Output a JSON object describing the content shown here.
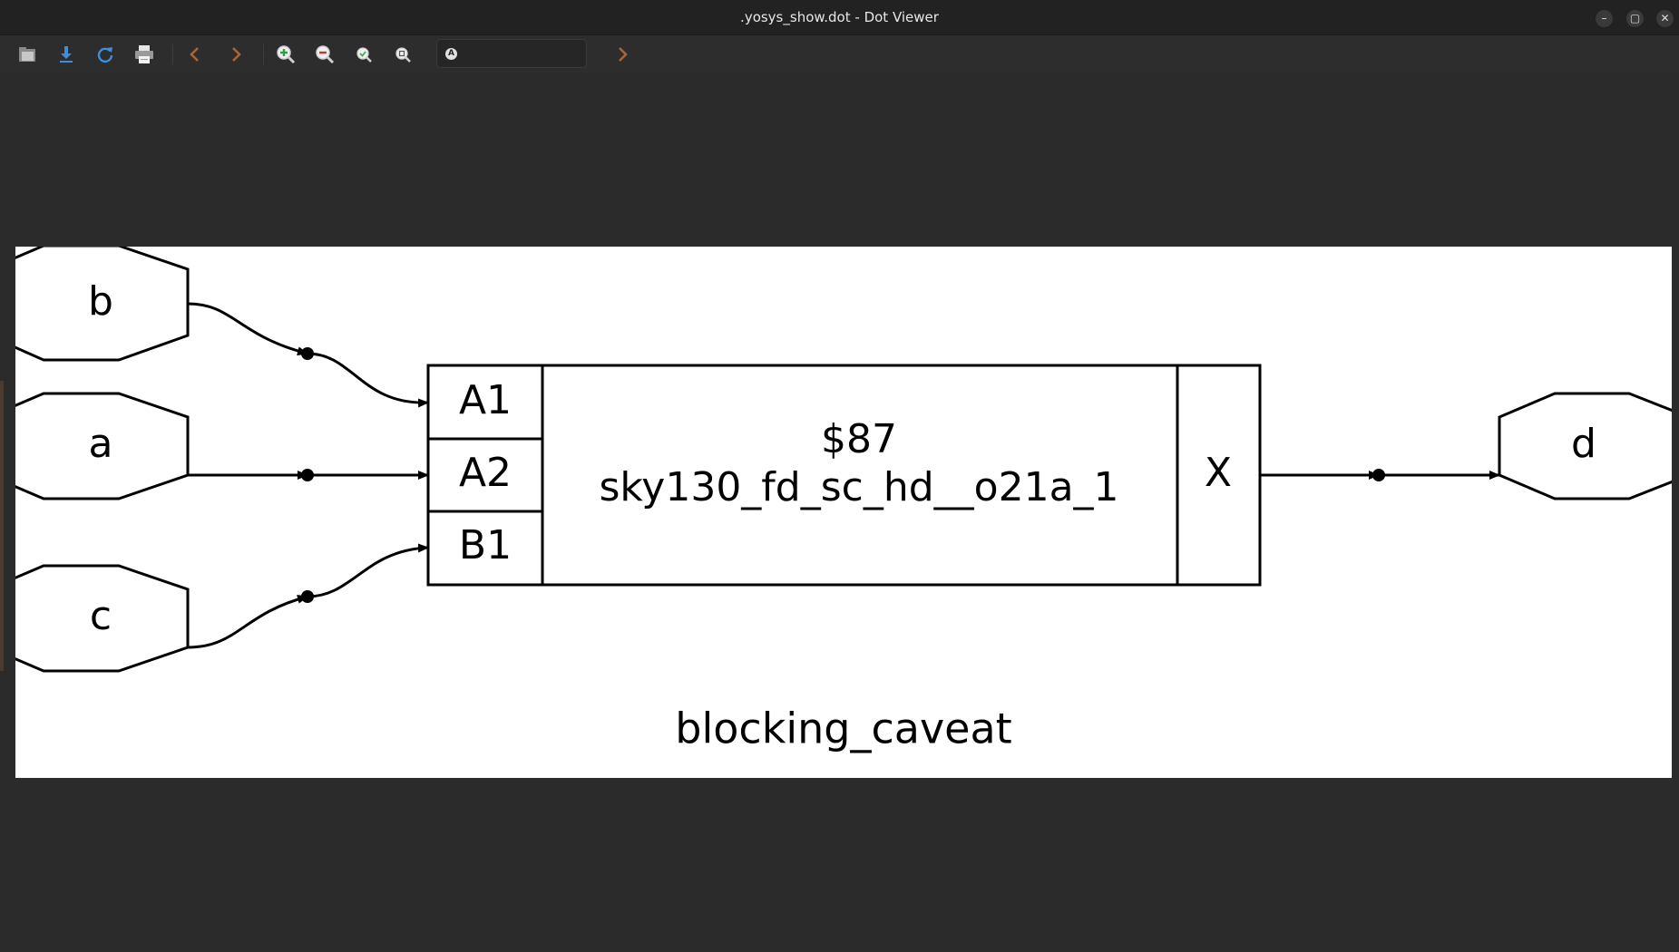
{
  "window": {
    "title": ".yosys_show.dot - Dot Viewer",
    "minimize_glyph": "–",
    "maximize_glyph": "▢",
    "close_glyph": "✕"
  },
  "toolbar": {
    "icons": [
      "open-icon",
      "save-icon",
      "reload-icon",
      "print-icon",
      "back-icon",
      "forward-icon",
      "zoom-in-icon",
      "zoom-out-icon",
      "zoom-fit-icon",
      "zoom-100-icon",
      "find-next-icon"
    ],
    "search": {
      "value": "",
      "placeholder": ""
    }
  },
  "colors": {
    "window_bg": "#2b2b2b",
    "canvas_bg": "#ffffff",
    "blue_icon": "#3d8fd9",
    "brown_icon": "#a9643a",
    "green_icon": "#3cae54"
  },
  "graph": {
    "label": "blocking_caveat",
    "inputs": [
      "b",
      "a",
      "c"
    ],
    "output": "d",
    "cell": {
      "id": "$87",
      "type": "sky130_fd_sc_hd__o21a_1",
      "input_ports": [
        "A1",
        "A2",
        "B1"
      ],
      "output_port": "X"
    }
  }
}
